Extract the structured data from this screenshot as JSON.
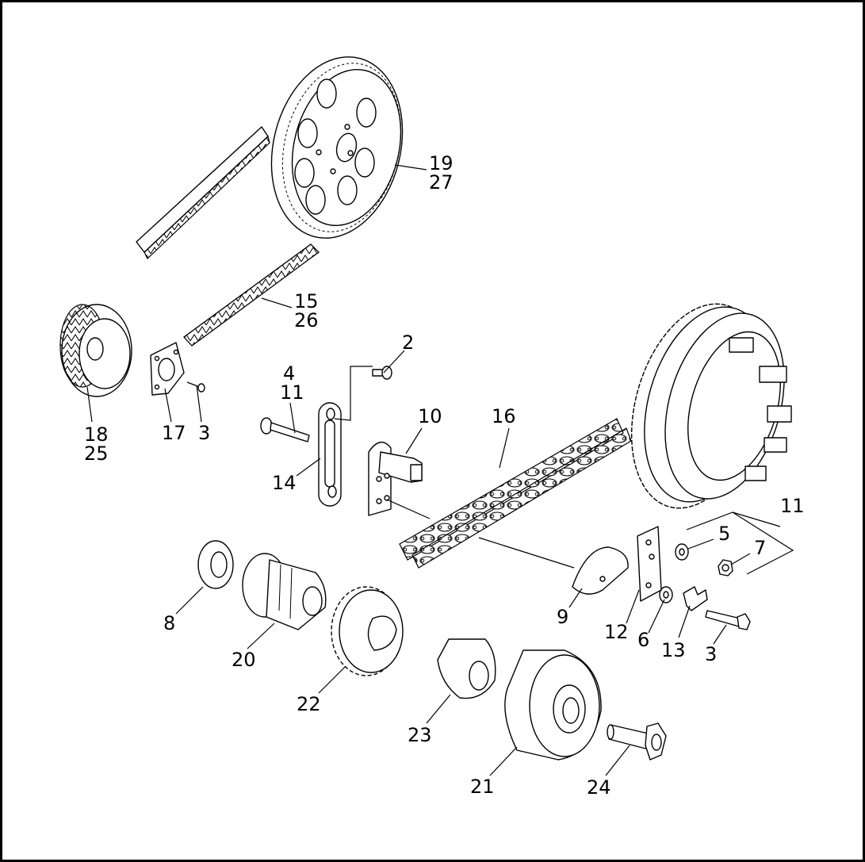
{
  "diagram": {
    "callouts": [
      {
        "id": "c2",
        "text": "2"
      },
      {
        "id": "c3a",
        "text": "3"
      },
      {
        "id": "c3b",
        "text": "3"
      },
      {
        "id": "c4",
        "text": "4"
      },
      {
        "id": "c5",
        "text": "5"
      },
      {
        "id": "c6",
        "text": "6"
      },
      {
        "id": "c7",
        "text": "7"
      },
      {
        "id": "c8",
        "text": "8"
      },
      {
        "id": "c9",
        "text": "9"
      },
      {
        "id": "c10",
        "text": "10"
      },
      {
        "id": "c11a",
        "text": "11"
      },
      {
        "id": "c11b",
        "text": "11"
      },
      {
        "id": "c12",
        "text": "12"
      },
      {
        "id": "c13",
        "text": "13"
      },
      {
        "id": "c14",
        "text": "14"
      },
      {
        "id": "c15",
        "text": "15"
      },
      {
        "id": "c16",
        "text": "16"
      },
      {
        "id": "c17",
        "text": "17"
      },
      {
        "id": "c18",
        "text": "18"
      },
      {
        "id": "c19",
        "text": "19"
      },
      {
        "id": "c20",
        "text": "20"
      },
      {
        "id": "c21",
        "text": "21"
      },
      {
        "id": "c22",
        "text": "22"
      },
      {
        "id": "c23",
        "text": "23"
      },
      {
        "id": "c24",
        "text": "24"
      },
      {
        "id": "c25",
        "text": "25"
      },
      {
        "id": "c26",
        "text": "26"
      },
      {
        "id": "c27",
        "text": "27"
      }
    ]
  }
}
